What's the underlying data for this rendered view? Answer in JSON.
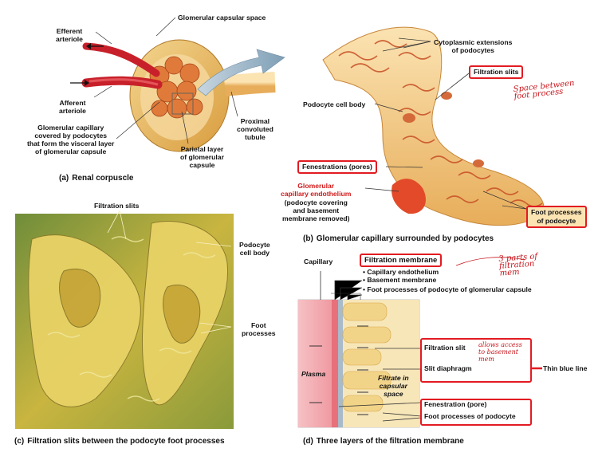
{
  "panel_a": {
    "labels": {
      "glomerular_capsular_space": "Glomerular capsular space",
      "efferent": "Efferent\narteriole",
      "afferent": "Afferent\narteriole",
      "glomerular_capillary": "Glomerular capillary\ncovered by podocytes\nthat form the visceral layer\nof glomerular capsule",
      "parietal": "Parietal layer\nof glomerular\ncapsule",
      "pct": "Proximal\nconvoluted\ntubule"
    },
    "caption_tag": "(a)",
    "caption": "Renal corpuscle"
  },
  "panel_b": {
    "labels": {
      "cytoplasmic_extensions": "Cytoplasmic extensions\nof podocytes",
      "filtration_slits": "Filtration slits",
      "podocyte_body": "Podocyte cell body",
      "fenestrations": "Fenestrations (pores)",
      "endothelium": "Glomerular\ncapillary endothelium",
      "endothelium_note": "(podocyte covering\nand basement\nmembrane removed)",
      "foot_processes": "Foot processes\nof podocyte"
    },
    "annotation": "Space between\nfoot process",
    "caption_tag": "(b)",
    "caption": "Glomerular capillary surrounded by podocytes"
  },
  "panel_c": {
    "labels": {
      "filtration_slits": "Filtration slits",
      "podocyte_body": "Podocyte\ncell body",
      "foot_processes": "Foot\nprocesses"
    },
    "caption_tag": "(c)",
    "caption": "Filtration slits between the podocyte foot processes"
  },
  "panel_d": {
    "labels": {
      "capillary": "Capillary",
      "filtration_membrane": "Filtration membrane",
      "layer1": "• Capillary endothelium",
      "layer2": "• Basement membrane",
      "layer3": "• Foot processes of podocyte of glomerular capsule",
      "plasma": "Plasma",
      "filtrate": "Filtrate in\ncapsular\nspace",
      "filtration_slit": "Filtration slit",
      "slit_diaphragm": "Slit diaphragm",
      "fenestration": "Fenestration (pore)",
      "foot_processes": "Foot processes of podocyte",
      "thin_blue_line": "Thin blue line"
    },
    "annotations": {
      "three_parts": "3 parts of\nfiltration\nmem",
      "allows_access": "allows access\nto basement\nmem"
    },
    "caption_tag": "(d)",
    "caption": "Three layers of the filtration membrane"
  },
  "colors": {
    "highlight_red": "#e21b22",
    "artery_red": "#c8202a",
    "capsule_tan": "#e6b75e",
    "podocyte_orange": "#e8893a",
    "plasma_pink": "#f3a7ae",
    "filtrate_yellow": "#f2d489",
    "sem_yellow": "#d8c24a",
    "arrow_blue": "#7f9fb6"
  }
}
